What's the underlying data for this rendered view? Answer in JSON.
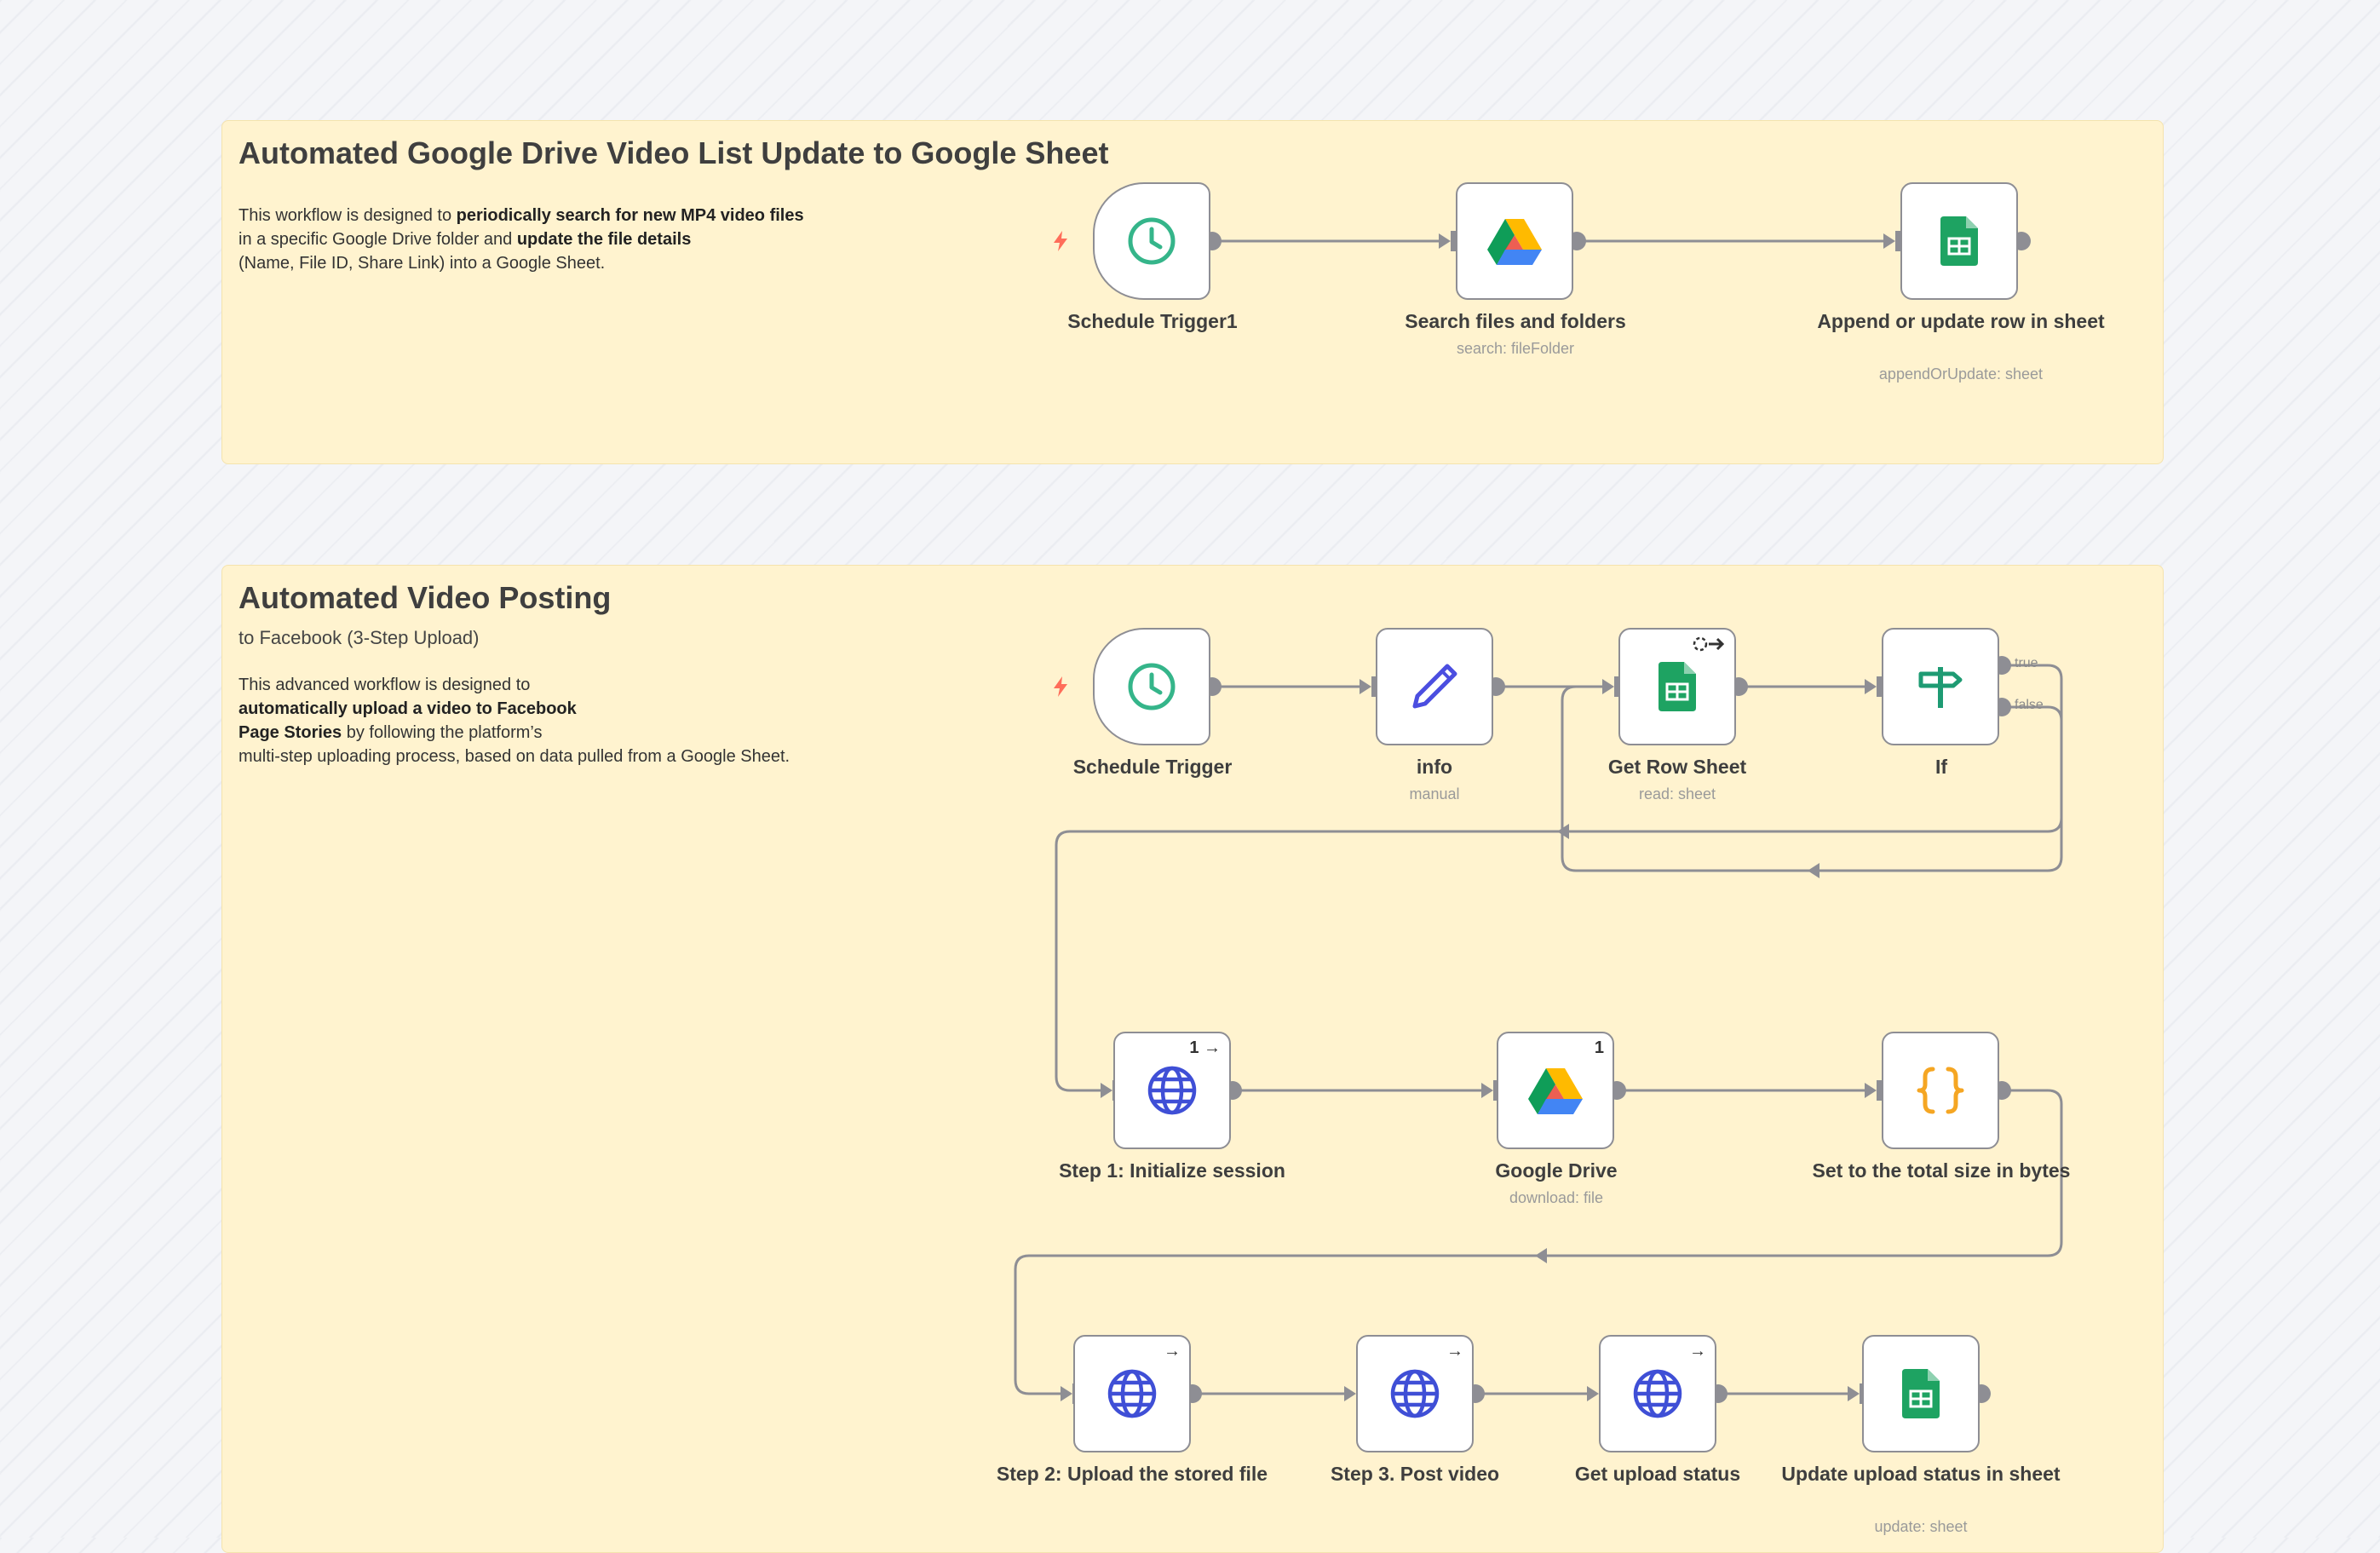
{
  "sticky1": {
    "title": "Automated Google Drive Video List Update to Google Sheet",
    "desc": [
      {
        "pre": "This workflow is designed to ",
        "bold": "periodically search for new MP4 video files",
        "post": ""
      },
      {
        "pre": "in a specific Google Drive folder and ",
        "bold": "update the file details",
        "post": ""
      },
      {
        "pre": "(Name, File ID, Share Link) into a Google Sheet.",
        "bold": "",
        "post": ""
      }
    ]
  },
  "sticky2": {
    "title": "Automated Video Posting",
    "subtitle": "to Facebook (3-Step Upload)",
    "desc": [
      {
        "pre": "This advanced workflow is designed to",
        "bold": "",
        "post": ""
      },
      {
        "pre": "",
        "bold": "automatically upload a video to Facebook",
        "post": ""
      },
      {
        "pre": "",
        "bold": "Page Stories",
        "post": " by following the platform’s"
      },
      {
        "pre": "multi-step uploading process, based on data pulled from a Google Sheet.",
        "bold": "",
        "post": ""
      }
    ]
  },
  "nodes": {
    "schedule1": {
      "label": "Schedule Trigger1",
      "icon": "clock-icon"
    },
    "search": {
      "label": "Search files and folders",
      "sub": "search: fileFolder",
      "icon": "google-drive-icon"
    },
    "append": {
      "label": "Append or update row in sheet",
      "sub": "appendOrUpdate: sheet",
      "icon": "google-sheets-icon"
    },
    "schedule2": {
      "label": "Schedule Trigger",
      "icon": "clock-icon"
    },
    "info": {
      "label": "info",
      "sub": "manual",
      "icon": "pencil-icon"
    },
    "getrow": {
      "label": "Get Row Sheet",
      "sub": "read: sheet",
      "icon": "google-sheets-icon"
    },
    "if": {
      "label": "If",
      "icon": "signpost-icon",
      "true_label": "true",
      "false_label": "false"
    },
    "step1": {
      "label": "Step 1: Initialize session",
      "icon": "globe-icon",
      "badge": "1"
    },
    "gdrive": {
      "label": "Google Drive",
      "sub": "download: file",
      "icon": "google-drive-icon",
      "badge": "1"
    },
    "setsize": {
      "label": "Set to the total size in bytes",
      "icon": "braces-icon"
    },
    "step2": {
      "label": "Step 2: Upload the stored file",
      "icon": "globe-icon"
    },
    "step3": {
      "label": "Step 3. Post video",
      "icon": "globe-icon"
    },
    "status": {
      "label": "Get upload status",
      "icon": "globe-icon"
    },
    "update": {
      "label": "Update upload status in sheet",
      "sub": "update: sheet",
      "icon": "google-sheets-icon"
    }
  },
  "colors": {
    "sticky_bg": "#fff3cf",
    "wire": "#8e8e94",
    "clock": "#35b58a",
    "sheets": "#1ea362",
    "globe": "#3f4fd6",
    "pencil": "#4b4ee0",
    "braces": "#f5a623",
    "bolt": "#ff6d5a"
  }
}
